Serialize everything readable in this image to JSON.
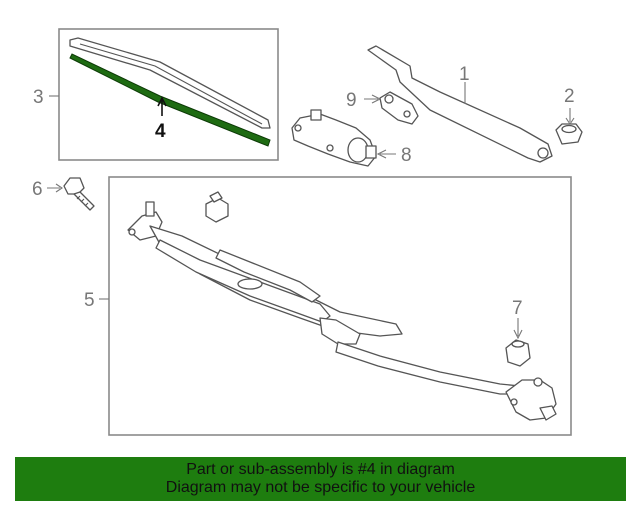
{
  "diagram": {
    "callouts": {
      "c1": "1",
      "c2": "2",
      "c3": "3",
      "c4": "4",
      "c5": "5",
      "c6": "6",
      "c7": "7",
      "c8": "8",
      "c9": "9"
    },
    "highlight_color": "#1e6b12"
  },
  "banner": {
    "line1": "Part or sub-assembly is #4 in diagram",
    "line2": "Diagram may not be specific to your vehicle",
    "color": "#1e7d0f"
  }
}
